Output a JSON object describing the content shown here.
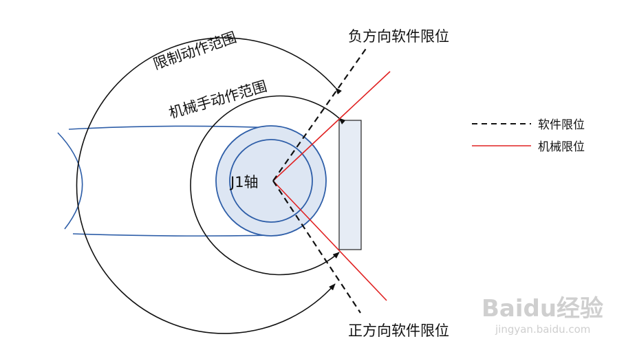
{
  "labels": {
    "limit_range": "限制动作范围",
    "manual_range": "机械手动作范围",
    "joint": "J1轴",
    "neg_limit": "负方向软件限位",
    "pos_limit": "正方向软件限位"
  },
  "legend": {
    "items": [
      {
        "label": "软件限位",
        "style": "dashed",
        "color": "#111111"
      },
      {
        "label": "机械限位",
        "style": "solid",
        "color": "#e02020"
      }
    ]
  },
  "watermark": {
    "brand": "Baidu经验",
    "url": "jingyan.baidu.com"
  },
  "colors": {
    "arm_outline": "#2e5ea8",
    "joint_fill": "#dde6f3",
    "block_fill": "#e6ecf5",
    "mechanical_limit": "#e02020",
    "software_limit": "#111111"
  }
}
